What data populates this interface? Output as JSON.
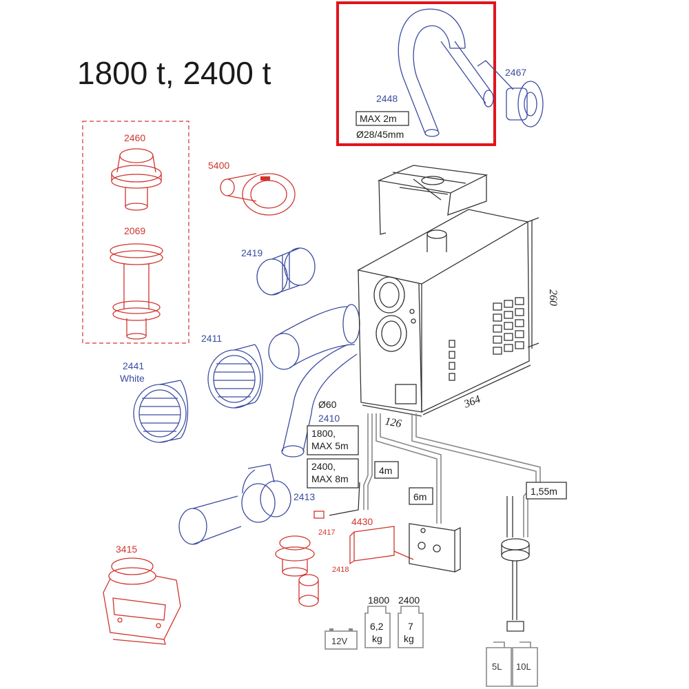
{
  "title": "1800 t, 2400 t",
  "colors": {
    "red_part": "#d0342c",
    "blue_part": "#3a4aa0",
    "highlight": "#e0141c",
    "dark_part": "#333333"
  },
  "parts": {
    "p2448": {
      "code": "2448",
      "max": "MAX 2m",
      "diameter": "Ø28/45mm"
    },
    "p2467": {
      "code": "2467"
    },
    "p2460": {
      "code": "2460"
    },
    "p5400": {
      "code": "5400"
    },
    "p2069": {
      "code": "2069"
    },
    "p2419": {
      "code": "2419"
    },
    "p2411": {
      "code": "2411"
    },
    "p2441": {
      "code": "2441",
      "note": "White"
    },
    "p2410": {
      "code": "2410",
      "diameter": "Ø60",
      "box1_l1": "1800,",
      "box1_l2": "MAX 5m",
      "box2_l1": "2400,",
      "box2_l2": "MAX 8m"
    },
    "p2413": {
      "code": "2413"
    },
    "p2417": {
      "code": "2417"
    },
    "p2418": {
      "code": "2418"
    },
    "p4430": {
      "code": "4430"
    },
    "p3415": {
      "code": "3415"
    }
  },
  "dimensions": {
    "height": "260",
    "width": "364",
    "depth": "126"
  },
  "cables": {
    "c1": "4m",
    "c2": "6m",
    "c3": "1,55m"
  },
  "weights": {
    "h1800": "1800",
    "h2400": "2400",
    "w1_l1": "6,2",
    "w1_l2": "kg",
    "w2_l1": "7",
    "w2_l2": "kg"
  },
  "battery": {
    "label": "12V"
  },
  "tanks": {
    "t1": "5L",
    "t2": "10L"
  }
}
